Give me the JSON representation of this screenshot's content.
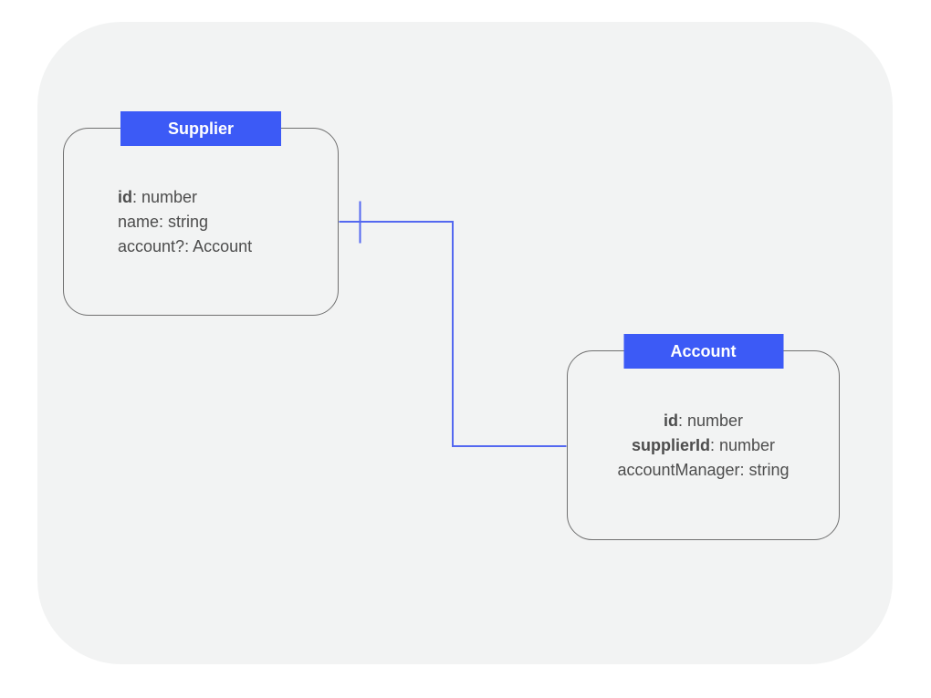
{
  "diagram": {
    "type": "entity-relationship",
    "entities": [
      {
        "title": "Supplier",
        "text_align": "left",
        "fields": [
          {
            "name": "id",
            "sep": ": ",
            "type": "number",
            "name_bold": true
          },
          {
            "name": "name",
            "sep": ": ",
            "type": "string",
            "name_bold": false
          },
          {
            "name": "account?",
            "sep": ": ",
            "type": "Account",
            "name_bold": false
          }
        ]
      },
      {
        "title": "Account",
        "text_align": "center",
        "fields": [
          {
            "name": "id",
            "sep": ": ",
            "type": "number",
            "name_bold": true
          },
          {
            "name": "supplierId",
            "sep": ": ",
            "type": "number",
            "name_bold": true
          },
          {
            "name": "accountManager",
            "sep": ": ",
            "type": "string",
            "name_bold": false
          }
        ]
      }
    ],
    "relationship": {
      "from": "Supplier",
      "to": "Account",
      "marker": "one-cardinality-tick-near-supplier"
    },
    "colors": {
      "page_bg": "#ffffff",
      "canvas_bg": "#f2f3f3",
      "header_bg": "#3c5af6",
      "header_text": "#ffffff",
      "box_border": "#707070",
      "field_text": "#4d4d4d",
      "connector": "#5468f0"
    }
  }
}
